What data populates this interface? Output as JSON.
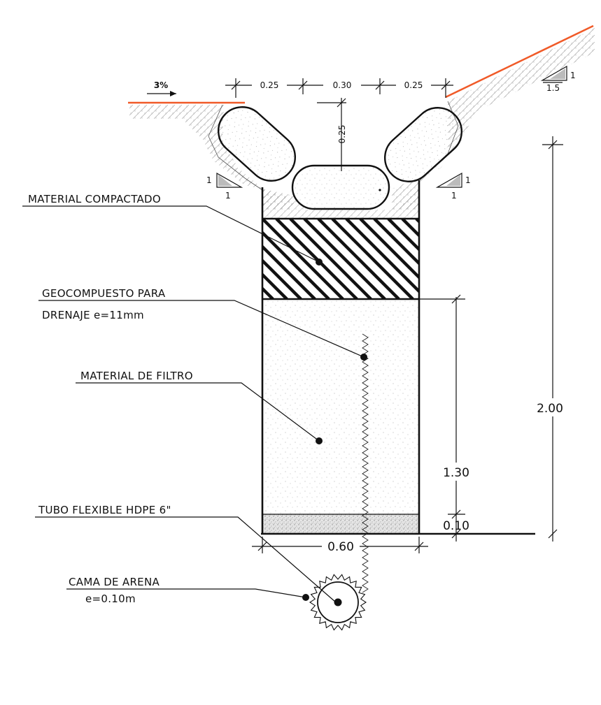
{
  "labels": {
    "compacted": "MATERIAL COMPACTADO",
    "geocomposite_1": "GEOCOMPUESTO PARA",
    "geocomposite_2": "DRENAJE e=11mm",
    "filter": "MATERIAL DE FILTRO",
    "pipe": "TUBO FLEXIBLE HDPE 6\"",
    "sand_1": "CAMA DE ARENA",
    "sand_2": "e=0.10m"
  },
  "dimensions": {
    "top_left": "0.25",
    "top_center": "0.30",
    "top_right": "0.25",
    "block_height": "0.25",
    "total_depth": "2.00",
    "filter_depth": "1.30",
    "sand_depth": "0.10",
    "trench_width": "0.60"
  },
  "slopes": {
    "left_grade": "3%",
    "left_side_v": "1",
    "left_side_h": "1",
    "right_side_v": "1",
    "right_side_h": "1",
    "embankment_v": "1",
    "embankment_h": "1.5"
  },
  "colors": {
    "ground_line": "#f05a28",
    "ink": "#111111"
  }
}
